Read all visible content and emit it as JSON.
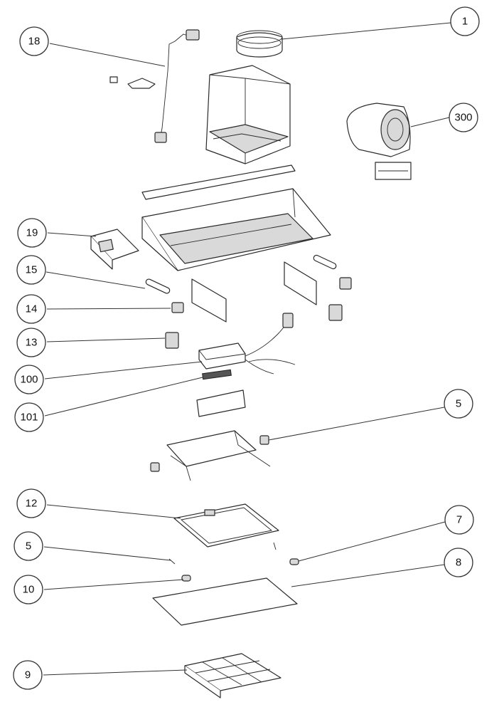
{
  "callouts": [
    {
      "label": "1"
    },
    {
      "label": "18"
    },
    {
      "label": "300"
    },
    {
      "label": "19"
    },
    {
      "label": "15"
    },
    {
      "label": "14"
    },
    {
      "label": "13"
    },
    {
      "label": "100"
    },
    {
      "label": "101"
    },
    {
      "label": "5"
    },
    {
      "label": "12"
    },
    {
      "label": "5"
    },
    {
      "label": "7"
    },
    {
      "label": "8"
    },
    {
      "label": "10"
    },
    {
      "label": "9"
    }
  ]
}
